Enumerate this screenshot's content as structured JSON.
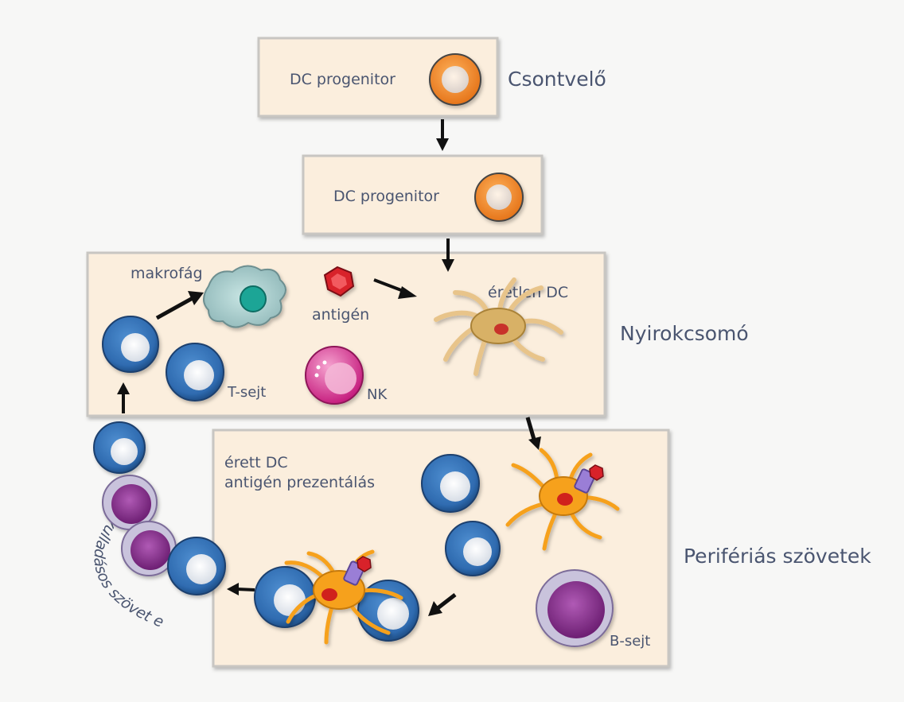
{
  "colors": {
    "panel_fill": "#fbeedd",
    "panel_border": "#c8c6c2",
    "blue_cell": "#2f6bb0",
    "orange_cell": "#f18a2a",
    "purple_cell": "#8a2f8f",
    "pink_cell": "#d4368f",
    "dc_orange": "#f6a11f",
    "text": "#4a5570"
  },
  "stages": {
    "bone_marrow": "Csontvelő",
    "lymph_node": "Nyirokcsomó",
    "peripheral": "Perifériás szövetek"
  },
  "labels": {
    "dc_progenitor_1": "DC progenitor",
    "dc_progenitor_2": "DC progenitor",
    "macrophage": "makrofág",
    "antigen": "antigén",
    "immature_dc": "éretlen DC",
    "t_cell": "T-sejt",
    "nk": "NK",
    "mature_dc_line1": "érett DC",
    "mature_dc_line2": "antigén prezentálás",
    "b_cell": "B-sejt",
    "vessels": "Gyulladásos szövet erei"
  },
  "icons": {
    "arrow": "arrow-icon",
    "progenitor": "orange-cell-icon",
    "macrophage": "macrophage-cell-icon",
    "antigen": "antigen-icon",
    "dendritic": "dendritic-cell-icon",
    "lymphocyte": "blue-cell-icon",
    "nk": "pink-cell-icon",
    "b_cell": "purple-cell-icon"
  }
}
